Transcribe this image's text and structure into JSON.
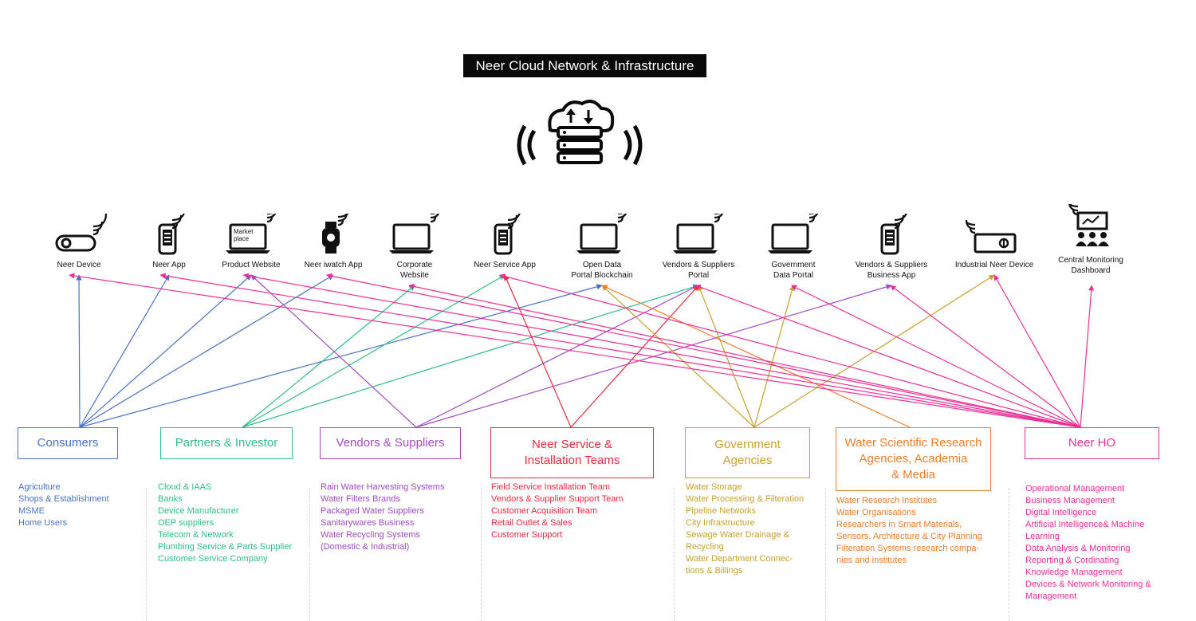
{
  "title": "Neer Cloud Network & Infrastructure",
  "devices": [
    {
      "label": "Neer Device",
      "icon": "switch-device-icon"
    },
    {
      "label": "Neer App",
      "icon": "phone-icon"
    },
    {
      "label": "Product Website",
      "icon": "laptop-icon",
      "screen_text": "Market\nplace"
    },
    {
      "label": "Neer iwatch App",
      "icon": "watch-icon"
    },
    {
      "label": "Corporate\nWebsite",
      "icon": "laptop-icon"
    },
    {
      "label": "Neer Service App",
      "icon": "phone-icon"
    },
    {
      "label": "Open Data\nPortal Blockchain",
      "icon": "laptop-icon"
    },
    {
      "label": "Vendors & Suppliers\nPortal",
      "icon": "laptop-icon"
    },
    {
      "label": "Government\nData Portal",
      "icon": "laptop-icon"
    },
    {
      "label": "Vendors & Suppliers\nBusiness App",
      "icon": "phone-icon"
    },
    {
      "label": "Industrial Neer Device",
      "icon": "device-box-icon"
    },
    {
      "label": "Central Monitoring\nDashboard",
      "icon": "dashboard-icon"
    }
  ],
  "groups": [
    {
      "name": "Consumers",
      "color": "#4a72c4",
      "items": [
        "Agriculture",
        "Shops & Establishment",
        "MSME",
        "Home Users"
      ]
    },
    {
      "name": "Partners & Investor",
      "color": "#2ebf86",
      "items": [
        "Cloud & IAAS",
        "Banks",
        "Device Manufacturer",
        "OEP suppliers",
        "Telecom & Network",
        "Plumbing Service & Parts Supplier",
        "Customer Service Company"
      ]
    },
    {
      "name": "Vendors & Suppliers",
      "color": "#a24bc4",
      "items": [
        "Rain Water Harvesting Systems",
        "Water Filters Brands",
        "Packaged Water Suppliers",
        "Sanitarywares Business",
        "Water Recycling Systems",
        "(Domestic & Industrial)"
      ]
    },
    {
      "name": "Neer Service &\nInstallation Teams",
      "color": "#ea2a3e",
      "items": [
        "Field Service Installation Team",
        "Vendors & Supplier Support Team",
        "Customer Acquisition Team",
        "Retail Outlet & Sales",
        "Customer Support"
      ]
    },
    {
      "name": "Government\nAgencies",
      "color": "#c9a22e",
      "items": [
        "Water Storage",
        "Water Processing & Filteration",
        "Pipeline Networks",
        "City Infrastructure",
        "Sewage Water Drainage &",
        "Recycling",
        "Water Department Connec-",
        "tions & Billings"
      ]
    },
    {
      "name": "Water Scientific Research\nAgencies, Academia\n& Media",
      "color": "#f07d2c",
      "items": [
        "Water Research Institutes",
        "Water Organisations",
        "Researchers in Smart Materials,",
        "Sensors, Architecture & City Planning",
        "Filteration Systems research compa-",
        "nies and institutes"
      ]
    },
    {
      "name": "Neer  HO",
      "color": "#ef2d97",
      "items": [
        "Operational Management",
        "Business Management",
        "Digital Intelligence",
        "Artificial Intelligence& Machine",
        "Learning",
        "Data Analysis & Monitoring",
        "Reporting & Cordinating",
        "Knowledge Management",
        "Devices & Network Monitoring &",
        "Management"
      ]
    }
  ],
  "connections": [
    {
      "from": 0,
      "to": [
        0,
        1,
        2,
        3,
        6
      ]
    },
    {
      "from": 1,
      "to": [
        4,
        5,
        7
      ]
    },
    {
      "from": 2,
      "to": [
        2,
        7,
        9
      ]
    },
    {
      "from": 3,
      "to": [
        5,
        7
      ]
    },
    {
      "from": 4,
      "to": [
        6,
        7,
        8,
        10
      ]
    },
    {
      "from": 5,
      "to": [
        6
      ]
    },
    {
      "from": 6,
      "to": [
        0,
        1,
        2,
        3,
        4,
        5,
        7,
        8,
        9,
        10,
        11
      ]
    }
  ]
}
